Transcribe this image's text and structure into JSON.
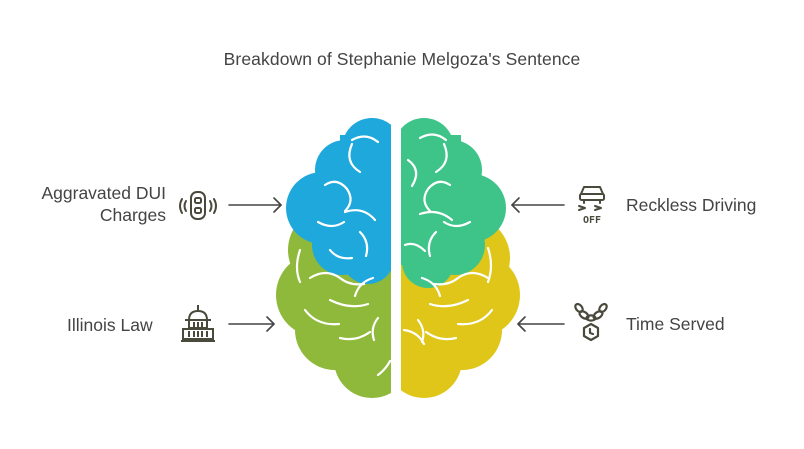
{
  "title": "Breakdown of Stephanie Melgoza's Sentence",
  "colors": {
    "blue": "#1fa8dc",
    "green_left": "#8fb93a",
    "teal": "#3ec489",
    "yellow": "#dfc618",
    "text": "#444444",
    "icon": "#4a4a3c"
  },
  "items": [
    {
      "label_line1": "Aggravated DUI",
      "label_line2": "Charges",
      "icon": "car-vibration-icon",
      "side": "left",
      "region": "blue"
    },
    {
      "label": "Illinois Law",
      "icon": "capitol-building-icon",
      "side": "left",
      "region": "green"
    },
    {
      "label": "Reckless Driving",
      "icon": "traction-control-off-icon",
      "side": "right",
      "region": "teal"
    },
    {
      "label": "Time Served",
      "icon": "chain-clock-icon",
      "side": "right",
      "region": "yellow"
    }
  ],
  "icon_texts": {
    "off": "OFF"
  }
}
